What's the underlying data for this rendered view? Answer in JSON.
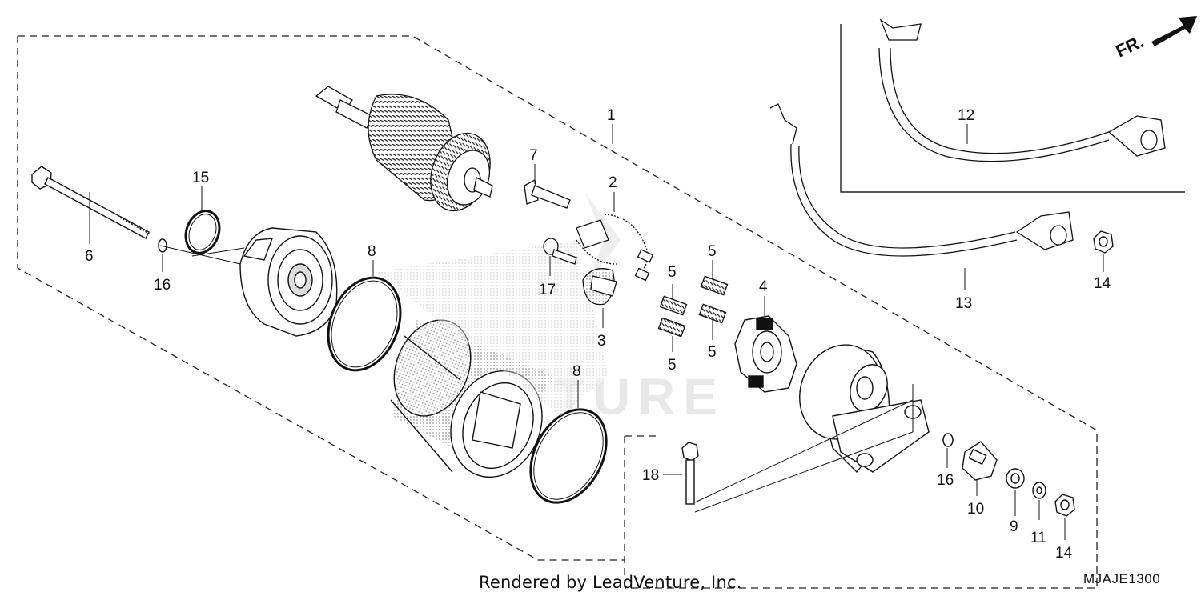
{
  "footer": {
    "credit": "Rendered by LeadVenture, Inc.",
    "diagram_code": "MJAJE1300"
  },
  "direction_marker": {
    "label": "FR."
  },
  "watermark": {
    "text": "VENTURE"
  },
  "callouts": [
    {
      "id": "c1",
      "label": "1"
    },
    {
      "id": "c2",
      "label": "2"
    },
    {
      "id": "c3",
      "label": "3"
    },
    {
      "id": "c4",
      "label": "4"
    },
    {
      "id": "c5a",
      "label": "5"
    },
    {
      "id": "c5b",
      "label": "5"
    },
    {
      "id": "c5c",
      "label": "5"
    },
    {
      "id": "c5d",
      "label": "5"
    },
    {
      "id": "c6",
      "label": "6"
    },
    {
      "id": "c7",
      "label": "7"
    },
    {
      "id": "c8a",
      "label": "8"
    },
    {
      "id": "c8b",
      "label": "8"
    },
    {
      "id": "c9",
      "label": "9"
    },
    {
      "id": "c10",
      "label": "10"
    },
    {
      "id": "c11",
      "label": "11"
    },
    {
      "id": "c12",
      "label": "12"
    },
    {
      "id": "c13",
      "label": "13"
    },
    {
      "id": "c14a",
      "label": "14"
    },
    {
      "id": "c14b",
      "label": "14"
    },
    {
      "id": "c15",
      "label": "15"
    },
    {
      "id": "c16a",
      "label": "16"
    },
    {
      "id": "c16b",
      "label": "16"
    },
    {
      "id": "c17",
      "label": "17"
    },
    {
      "id": "c18",
      "label": "18"
    }
  ]
}
